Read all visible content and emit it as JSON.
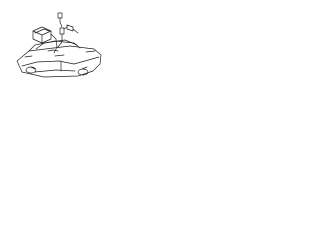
{
  "diagram": {
    "parts": [
      {
        "name": "vehicle",
        "kind": "car body outline"
      },
      {
        "name": "module-box",
        "kind": "rectangular module with bracket"
      },
      {
        "name": "sensor-small",
        "kind": "small sensor with lead"
      },
      {
        "name": "sensor-top",
        "kind": "small top component"
      },
      {
        "name": "connector-right",
        "kind": "connector on right side"
      }
    ],
    "colors": {
      "line": "#222222",
      "background": "#ffffff"
    }
  }
}
